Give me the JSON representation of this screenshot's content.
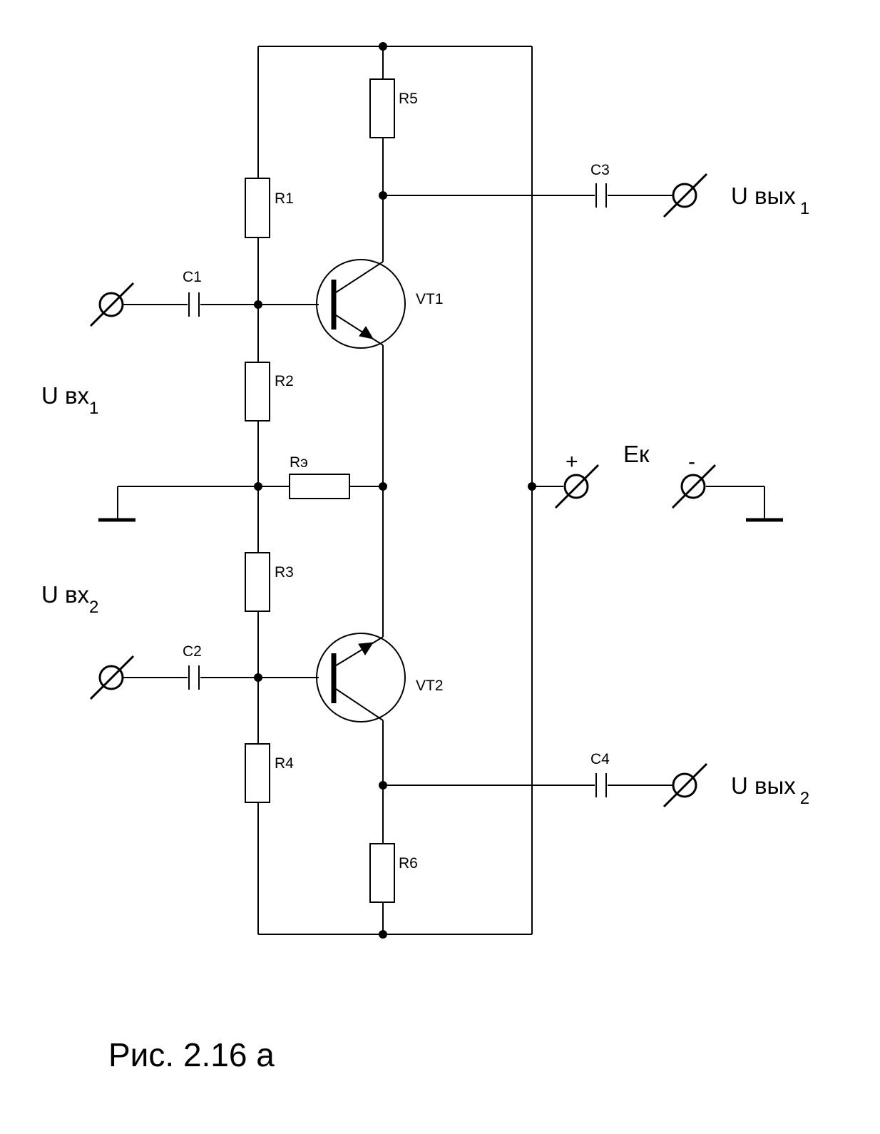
{
  "components": {
    "R1": "R1",
    "R2": "R2",
    "R3": "R3",
    "R4": "R4",
    "R5": "R5",
    "R6": "R6",
    "Re": "Rэ",
    "C1": "C1",
    "C2": "C2",
    "C3": "C3",
    "C4": "C4",
    "VT1": "VT1",
    "VT2": "VT2"
  },
  "terminals": {
    "in1_main": "U вх",
    "in1_sub": "1",
    "in2_main": "U вх",
    "in2_sub": "2",
    "out1_main": "U вых",
    "out1_sub": "1",
    "out2_main": "U вых",
    "out2_sub": "2",
    "supply": "Ек",
    "plus": "+",
    "minus": "-"
  },
  "caption": "Рис. 2.16 а"
}
